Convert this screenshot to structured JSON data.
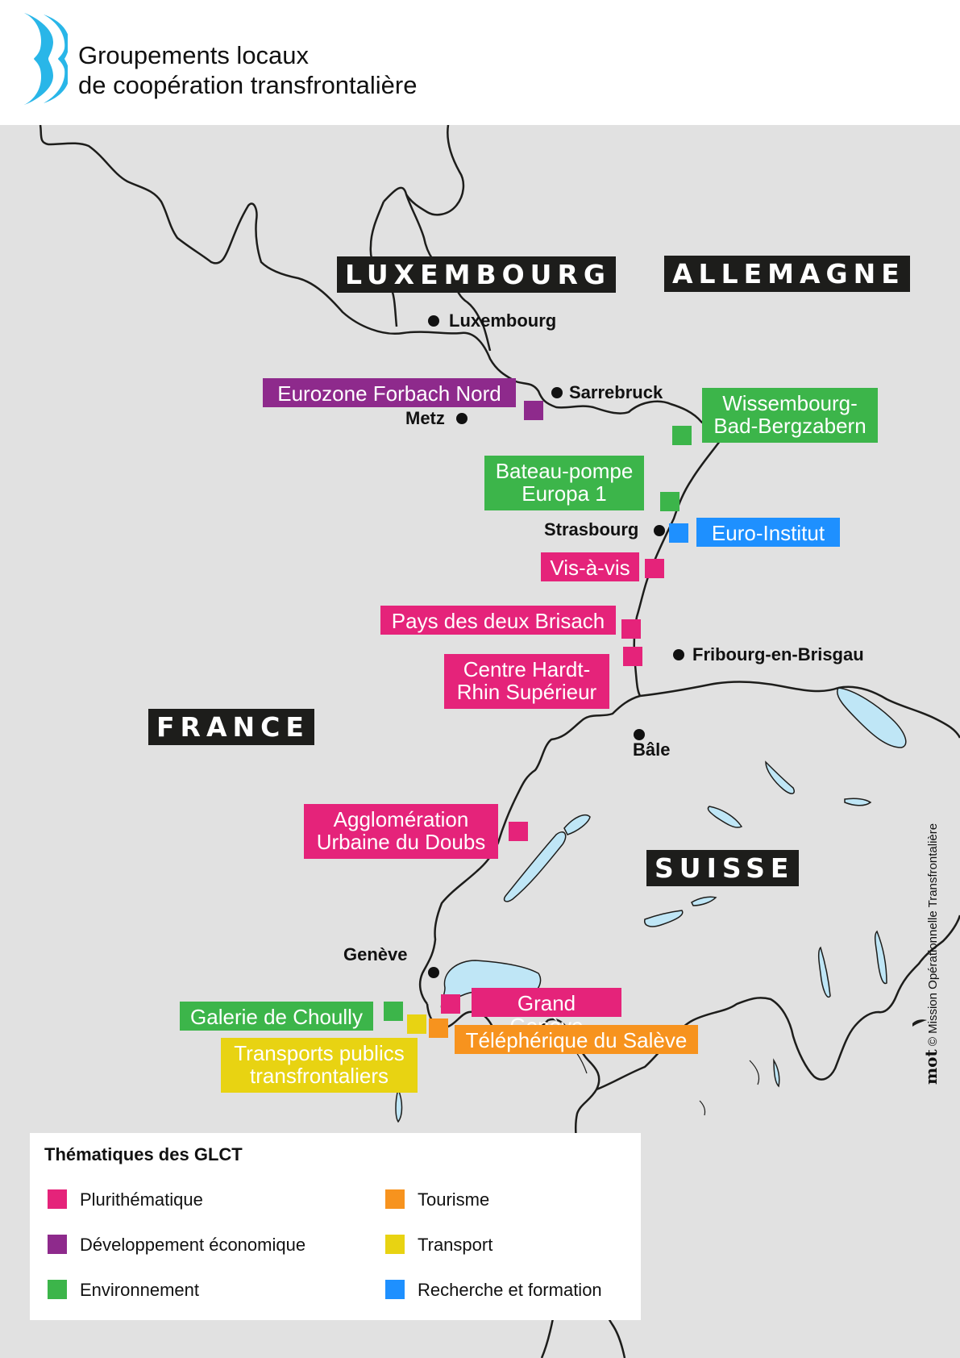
{
  "header": {
    "title_line1": "Groupements locaux",
    "title_line2": "de coopération transfrontalière",
    "logo_icon": "bracket-logo-icon",
    "logo_color": "#29b6e8"
  },
  "colors": {
    "plurithematique": "#e5237a",
    "developpement": "#8e2a8c",
    "environnement": "#3cb54a",
    "recherche": "#1e90ff",
    "tourisme": "#f7931e",
    "transport": "#e8d312",
    "map_background": "#e1e1e1",
    "water": "#bfe6f6"
  },
  "countries": {
    "luxembourg": "LUXEMBOURG",
    "allemagne": "ALLEMAGNE",
    "france": "FRANCE",
    "suisse": "SUISSE"
  },
  "cities": {
    "luxembourg": "Luxembourg",
    "sarrebruck": "Sarrebruck",
    "metz": "Metz",
    "strasbourg": "Strasbourg",
    "fribourg": "Fribourg-en-Brisgau",
    "bale": "Bâle",
    "geneve": "Genève"
  },
  "glct": {
    "eurozone": {
      "label": "Eurozone Forbach Nord",
      "theme": "developpement"
    },
    "wissembourg": {
      "label": "Wissembourg-\nBad-Bergzabern",
      "theme": "environnement"
    },
    "bateau": {
      "label": "Bateau-pompe\nEuropa 1",
      "theme": "environnement"
    },
    "euroinstitut": {
      "label": "Euro-Institut",
      "theme": "recherche"
    },
    "visavis": {
      "label": "Vis-à-vis",
      "theme": "plurithematique"
    },
    "brisach": {
      "label": "Pays des deux Brisach",
      "theme": "plurithematique"
    },
    "hardt": {
      "label": "Centre Hardt-\nRhin Supérieur",
      "theme": "plurithematique"
    },
    "doubs": {
      "label": "Agglomération\nUrbaine du Doubs",
      "theme": "plurithematique"
    },
    "grandgeneve": {
      "label": "Grand Genève",
      "theme": "plurithematique"
    },
    "choully": {
      "label": "Galerie de Choully",
      "theme": "environnement"
    },
    "transports": {
      "label": "Transports publics\ntransfrontaliers",
      "theme": "transport"
    },
    "saleve": {
      "label": "Téléphérique du Salève",
      "theme": "tourisme"
    }
  },
  "legend": {
    "title": "Thématiques des GLCT",
    "items": [
      {
        "label": "Plurithématique",
        "color": "#e5237a"
      },
      {
        "label": "Développement économique",
        "color": "#8e2a8c"
      },
      {
        "label": "Environnement",
        "color": "#3cb54a"
      },
      {
        "label": "Tourisme",
        "color": "#f7931e"
      },
      {
        "label": "Transport",
        "color": "#e8d312"
      },
      {
        "label": "Recherche et formation",
        "color": "#1e90ff"
      }
    ]
  },
  "credit": {
    "mot": "mot",
    "text": "© Mission Opérationnelle Transfrontalière"
  }
}
